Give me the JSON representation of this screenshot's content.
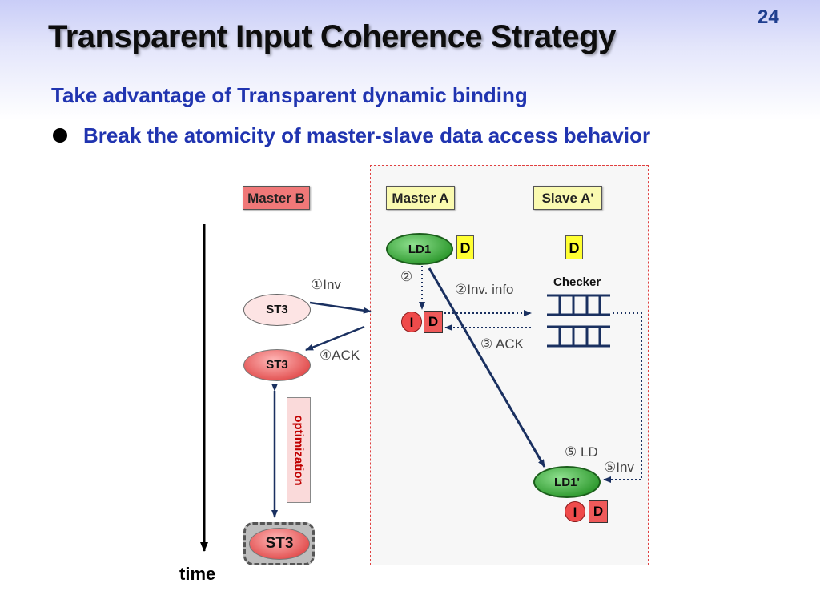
{
  "slide": {
    "number": "24",
    "title": "Transparent Input Coherence Strategy",
    "subtitle": "Take advantage of Transparent dynamic binding",
    "bullet": "Break the atomicity of master-slave data access behavior"
  },
  "diagram": {
    "headers": {
      "master_b": "Master B",
      "master_a": "Master A",
      "slave_a": "Slave A'"
    },
    "nodes": {
      "ld1": "LD1",
      "ld1_prime": "LD1'",
      "st3": "ST3"
    },
    "markers": {
      "d": "D",
      "i": "I"
    },
    "labels": {
      "inv_1": "①Inv",
      "step_2": "②",
      "inv_info_2": "②Inv. info",
      "ack_3": "③ ACK",
      "ack_4": "④ACK",
      "ld_5": "⑤ LD",
      "inv_5": "⑤Inv",
      "checker": "Checker",
      "optimization": "optimization",
      "time": "time"
    }
  },
  "colors": {
    "title_blue": "#2034b0",
    "arrow_navy": "#1a3060",
    "region_border": "#e04040",
    "master_b_fill": "#f07878",
    "master_a_fill": "#fafab0",
    "node_green": "#2f9a2f",
    "node_red": "#e04848",
    "marker_yellow": "#ffff33"
  }
}
